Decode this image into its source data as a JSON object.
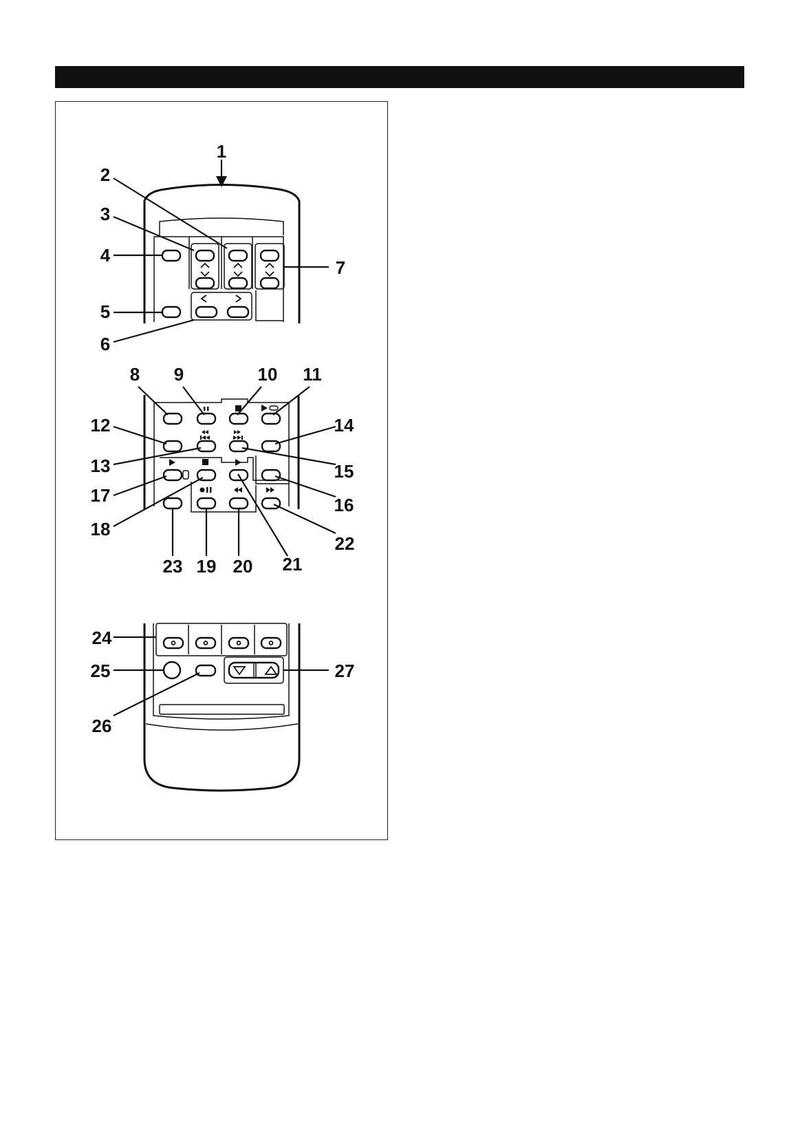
{
  "header": {
    "bar_color": "#111111"
  },
  "figure": {
    "callouts": [
      "1",
      "2",
      "3",
      "4",
      "5",
      "6",
      "7",
      "8",
      "9",
      "10",
      "11",
      "12",
      "13",
      "14",
      "15",
      "16",
      "17",
      "18",
      "19",
      "20",
      "21",
      "22",
      "23",
      "24",
      "25",
      "26",
      "27"
    ]
  }
}
